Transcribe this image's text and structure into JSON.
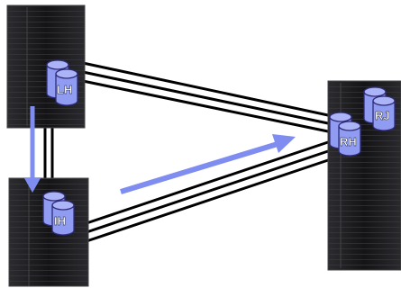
{
  "nodes": {
    "lh": {
      "label": "LH"
    },
    "ih": {
      "label": "IH"
    },
    "rh": {
      "label": "RH"
    },
    "rj": {
      "label": "RJ"
    }
  },
  "colors": {
    "server_body": "#1a1a1c",
    "server_edge": "#3a3a3c",
    "disk_fill": "#8f9cf2",
    "disk_stroke": "#2e2a78",
    "arrow": "#7f8cf0",
    "link": "#000000"
  },
  "icons": {
    "server": "rack-server-icon",
    "disk": "database-cylinder-icon"
  }
}
